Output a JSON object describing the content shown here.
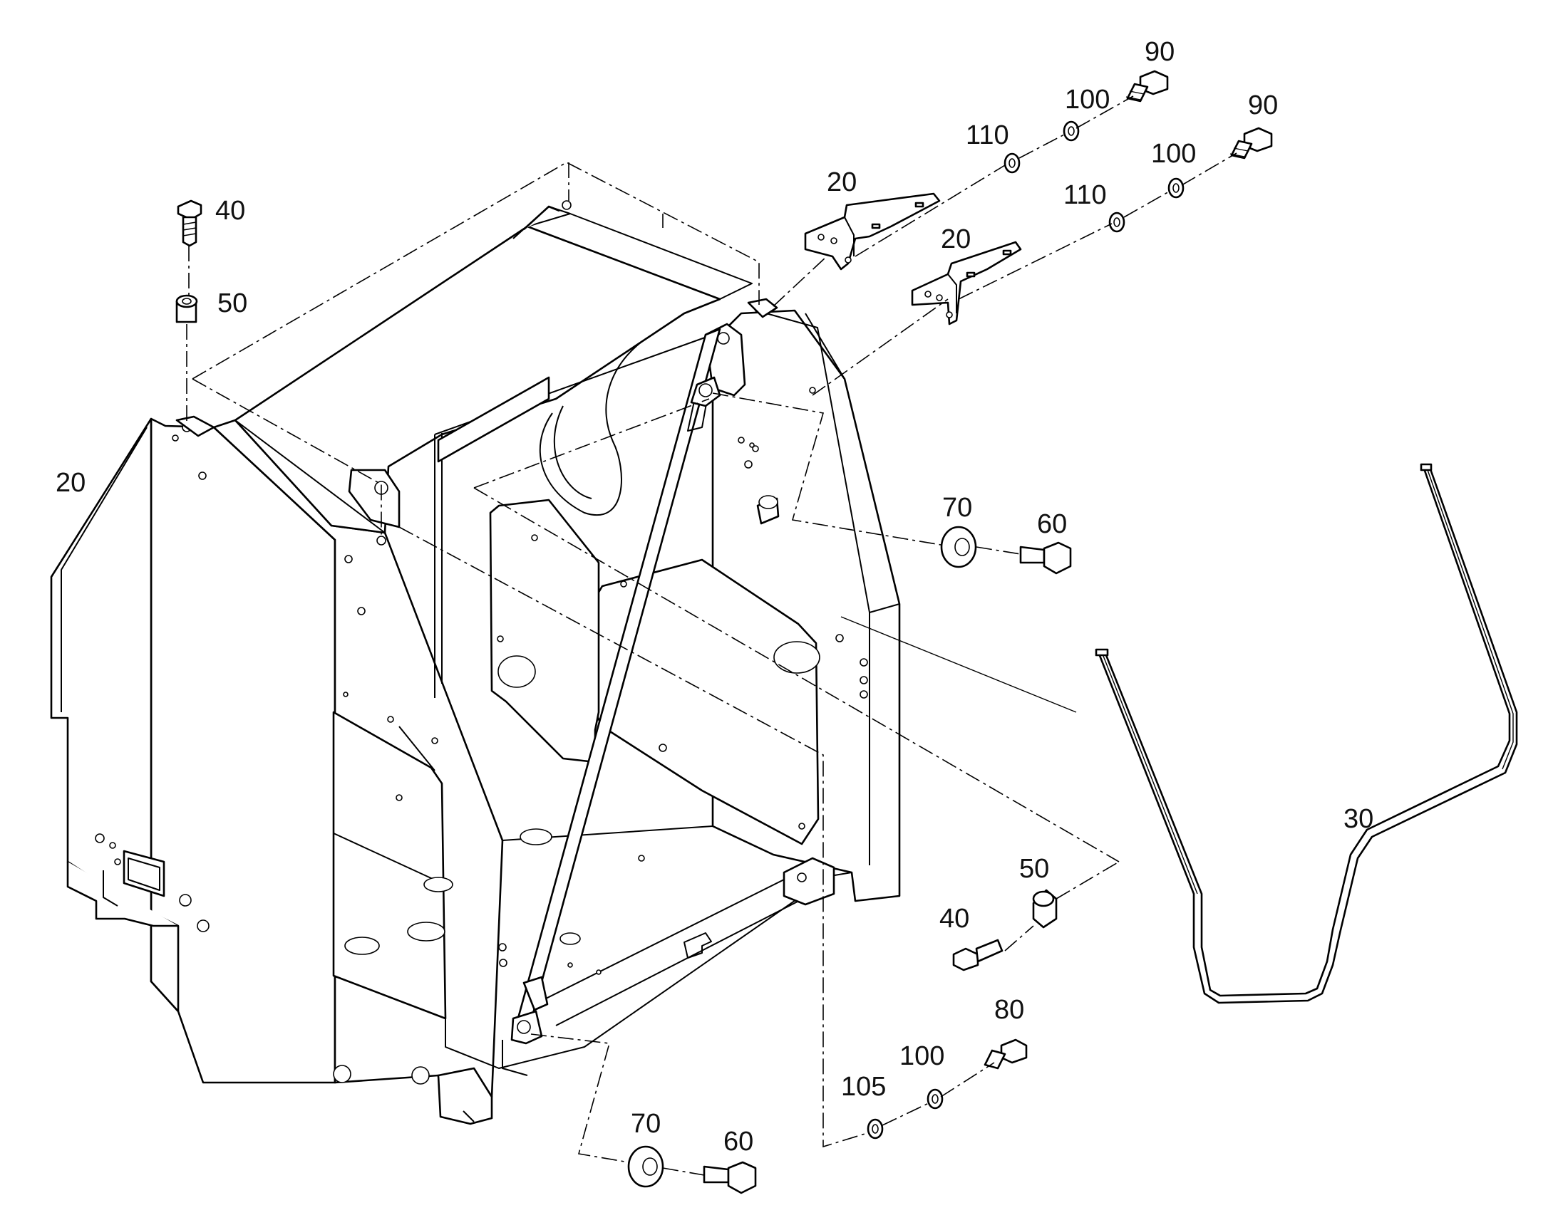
{
  "callouts": {
    "c20a": "20",
    "c20b": "20",
    "c20c": "20",
    "c30": "30",
    "c40a": "40",
    "c40b": "40",
    "c50a": "50",
    "c50b": "50",
    "c60a": "60",
    "c60b": "60",
    "c70a": "70",
    "c70b": "70",
    "c80": "80",
    "c90a": "90",
    "c90b": "90",
    "c100a": "100",
    "c100b": "100",
    "c100c": "100",
    "c105": "105",
    "c110a": "110",
    "c110b": "110"
  },
  "style": {
    "line": "#000000",
    "background": "#ffffff"
  }
}
